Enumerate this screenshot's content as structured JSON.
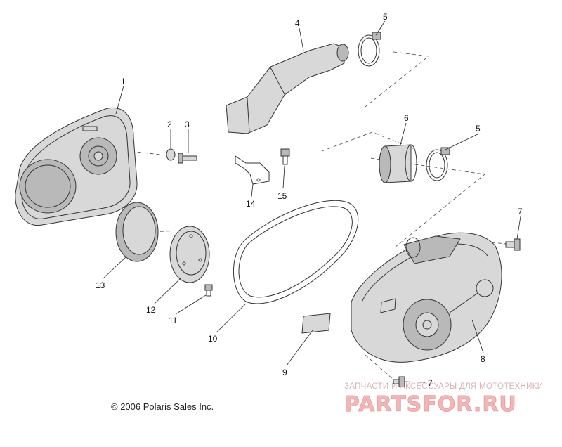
{
  "callouts": [
    {
      "id": "1",
      "label": "1"
    },
    {
      "id": "2",
      "label": "2"
    },
    {
      "id": "3",
      "label": "3"
    },
    {
      "id": "4",
      "label": "4"
    },
    {
      "id": "5a",
      "label": "5"
    },
    {
      "id": "5b",
      "label": "5"
    },
    {
      "id": "6",
      "label": "6"
    },
    {
      "id": "7a",
      "label": "7"
    },
    {
      "id": "7b",
      "label": "7"
    },
    {
      "id": "8",
      "label": "8"
    },
    {
      "id": "9",
      "label": "9"
    },
    {
      "id": "10",
      "label": "10"
    },
    {
      "id": "11",
      "label": "11"
    },
    {
      "id": "12",
      "label": "12"
    },
    {
      "id": "13",
      "label": "13"
    },
    {
      "id": "14",
      "label": "14"
    },
    {
      "id": "15",
      "label": "15"
    }
  ],
  "copyright": "© 2006 Polaris Sales Inc.",
  "watermark": {
    "tagline": "ЗАПЧАСТИ И АКСЕССУАРЫ ДЛЯ МОТОТЕХНИКИ",
    "brand": "PARTSFOR.RU"
  }
}
